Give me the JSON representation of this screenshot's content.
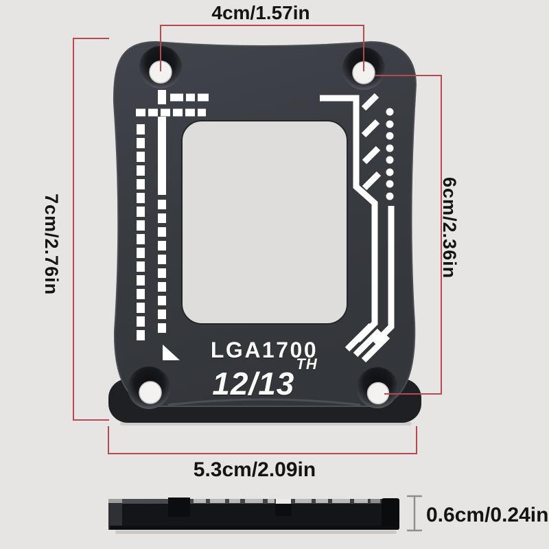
{
  "product": {
    "type_note": "CPU bending-corrector contact frame, front view with dimension callouts and side (thickness) view",
    "bracket": {
      "socket": "LGA1700",
      "generations": "12/13",
      "generation_suffix": "TH"
    }
  },
  "dimensions": {
    "top_hole_spacing": "4cm/1.57in",
    "overall_height": "7cm/2.76in",
    "right_hole_spacing": "6cm/2.36in",
    "overall_width": "5.3cm/2.09in",
    "thickness": "0.6cm/0.24in"
  },
  "colors": {
    "background": "#e6e5e3",
    "bracket_body": "#393c41",
    "bracket_base": "#1e2023",
    "engraving_white": "#ffffff",
    "window_fill": "#dedddb",
    "dimension_line_red": "#b8494e",
    "dimension_text": "#141414",
    "thickness_indicator_gray": "#8e8e8e",
    "side_view_black": "#141519"
  }
}
